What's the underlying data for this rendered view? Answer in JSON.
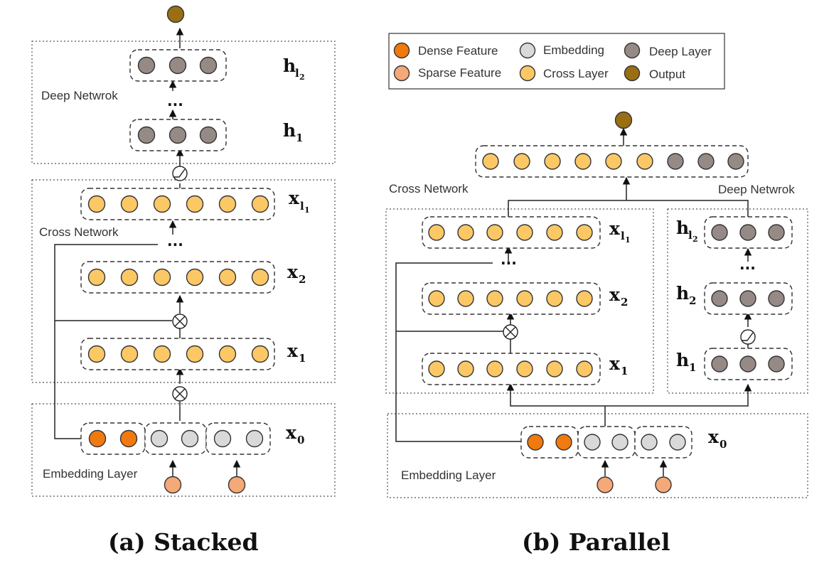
{
  "colors": {
    "dense": "#f07a10",
    "sparse": "#f5a878",
    "embedding": "#d9d9d9",
    "cross": "#fcc866",
    "deep": "#958a85",
    "output": "#9a6e12"
  },
  "legend": {
    "dense": "Dense Feature",
    "sparse": "Sparse Feature",
    "embedding": "Embedding",
    "cross": "Cross Layer",
    "deep": "Deep Layer",
    "output": "Output"
  },
  "stacked": {
    "caption": "(a) Stacked",
    "deep_network": "Deep Netwrok",
    "cross_network": "Cross Network",
    "embedding_layer": "Embedding Layer",
    "ellipsis": "..."
  },
  "parallel": {
    "caption": "(b) Parallel",
    "deep_network": "Deep Netwrok",
    "cross_network": "Cross Network",
    "embedding_layer": "Embedding Layer",
    "ellipsis": "..."
  },
  "math": {
    "x": "x",
    "h": "h",
    "s0": "0",
    "s1": "1",
    "s2": "2",
    "l": "l",
    "l1": "1",
    "l2": "2"
  }
}
